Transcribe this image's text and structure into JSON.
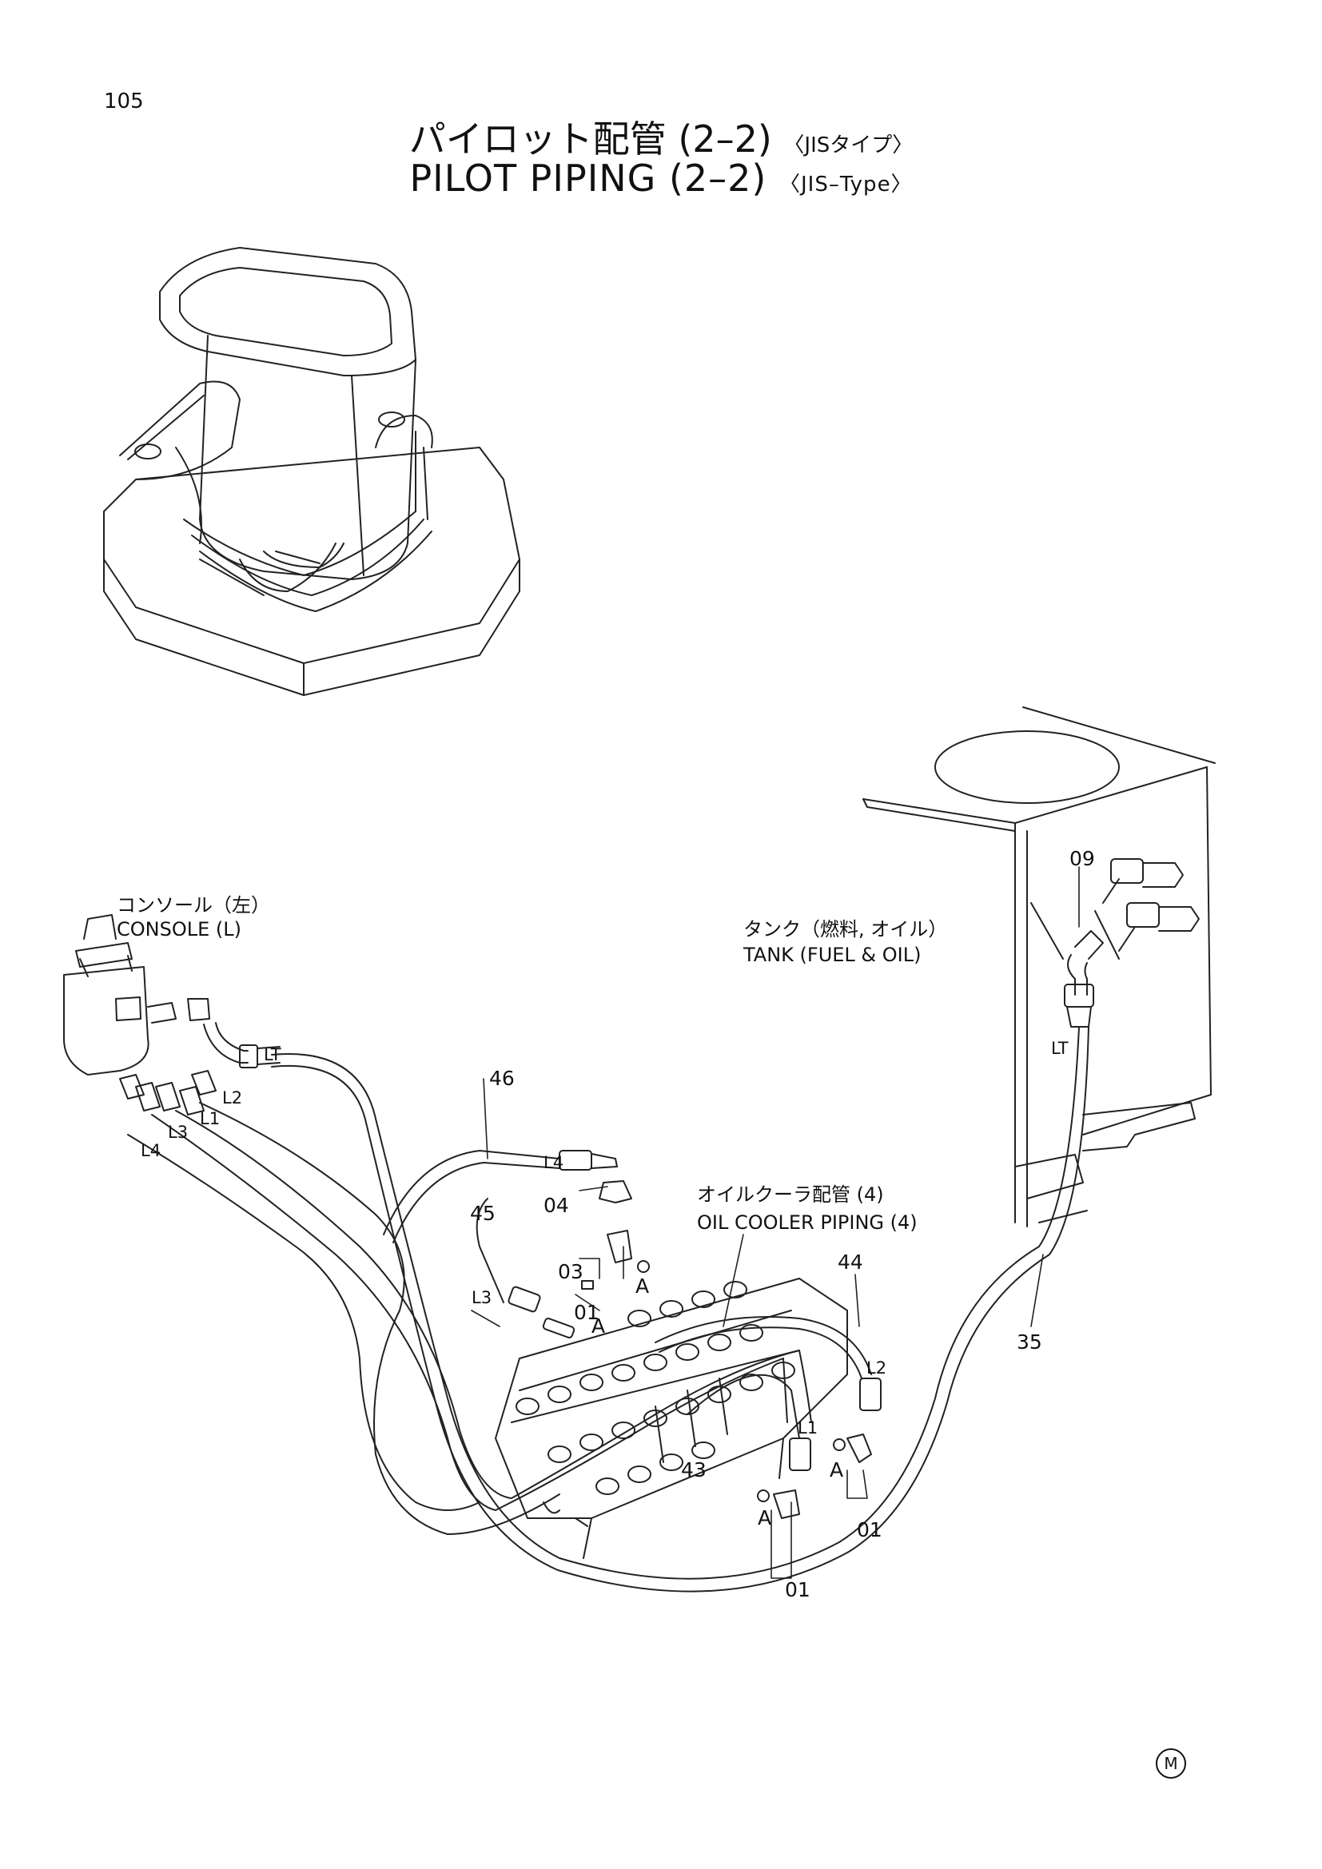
{
  "page": {
    "number": "105"
  },
  "title": {
    "jp_main": "パイロット配管 (2–2)",
    "jp_sub": "〈JISタイプ〉",
    "en_main": "PILOT PIPING (2–2)",
    "en_sub": "〈JIS–Type〉"
  },
  "labels": {
    "console_jp": "コンソール（左）",
    "console_en": "CONSOLE (L)",
    "tank_jp": "タンク（燃料, オイル）",
    "tank_en": "TANK (FUEL & OIL)",
    "cooler_jp": "オイルクーラ配管 (4)",
    "cooler_en": "OIL COOLER PIPING (4)"
  },
  "part_numbers": {
    "p09": "09",
    "p46": "46",
    "p45": "45",
    "p44": "44",
    "p04": "04",
    "p03": "03",
    "p01a": "01",
    "p01b": "01",
    "p01c": "01",
    "p35": "35",
    "p43": "43"
  },
  "port_labels": {
    "lt1": "LT",
    "lt2": "LT",
    "l1a": "L1",
    "l2a": "L2",
    "l3a": "L3",
    "l4a": "L4",
    "l4b": "L4",
    "l3b": "L3",
    "l1b": "L1",
    "l2b": "L2",
    "a1": "A",
    "a2": "A",
    "a3": "A",
    "a4": "A"
  },
  "footer": {
    "mark": "M"
  }
}
